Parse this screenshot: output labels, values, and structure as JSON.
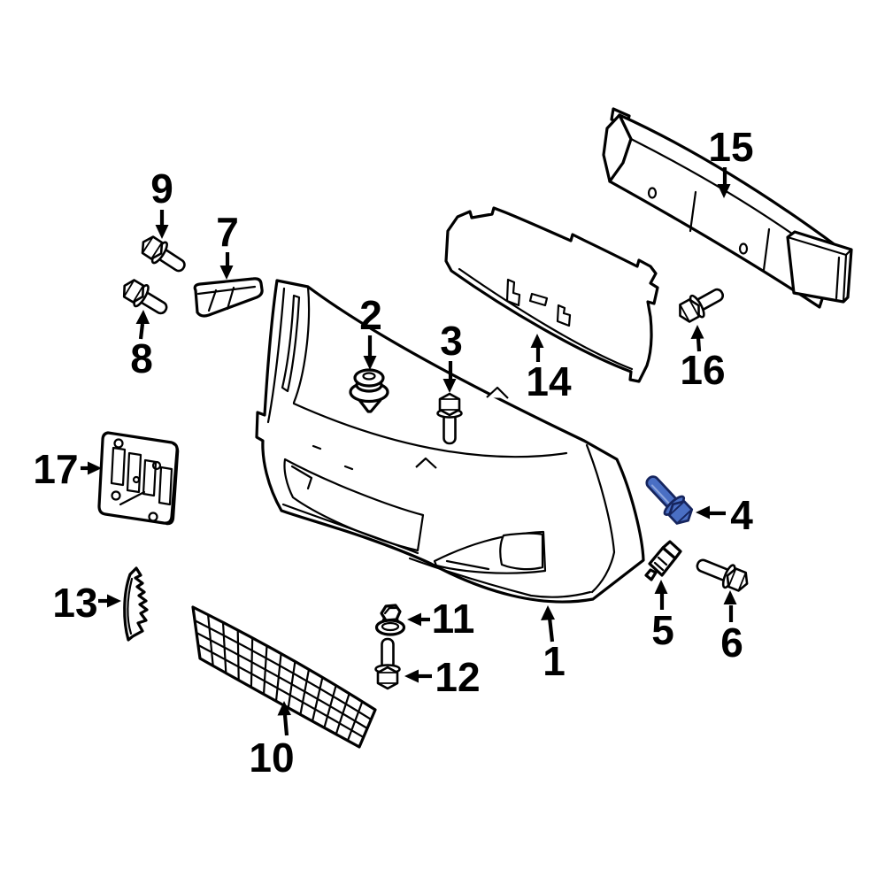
{
  "diagram": {
    "type": "exploded-parts-diagram",
    "subject": "front-bumper-components",
    "background": "#ffffff",
    "line_color": "#000000",
    "highlight": {
      "part_number": "4",
      "fill": "#4a6fc4",
      "stroke": "#16255e",
      "accent": "#8ea6dd"
    },
    "parts": [
      {
        "number": "1",
        "name": "front-bumper-cover"
      },
      {
        "number": "2",
        "name": "push-retainer-clip"
      },
      {
        "number": "3",
        "name": "hex-flange-bolt"
      },
      {
        "number": "4",
        "name": "hex-flange-bolt-highlighted"
      },
      {
        "number": "5",
        "name": "retainer-clip"
      },
      {
        "number": "6",
        "name": "hex-flange-bolt"
      },
      {
        "number": "7",
        "name": "bumper-bracket-pad"
      },
      {
        "number": "8",
        "name": "hex-flange-bolt"
      },
      {
        "number": "9",
        "name": "hex-flange-bolt"
      },
      {
        "number": "10",
        "name": "lower-grille-mesh"
      },
      {
        "number": "11",
        "name": "push-nut"
      },
      {
        "number": "12",
        "name": "hex-flange-bolt"
      },
      {
        "number": "13",
        "name": "side-support-bracket"
      },
      {
        "number": "14",
        "name": "energy-absorber"
      },
      {
        "number": "15",
        "name": "bumper-impact-bar"
      },
      {
        "number": "16",
        "name": "hex-flange-bolt"
      },
      {
        "number": "17",
        "name": "license-plate-bracket"
      }
    ]
  }
}
